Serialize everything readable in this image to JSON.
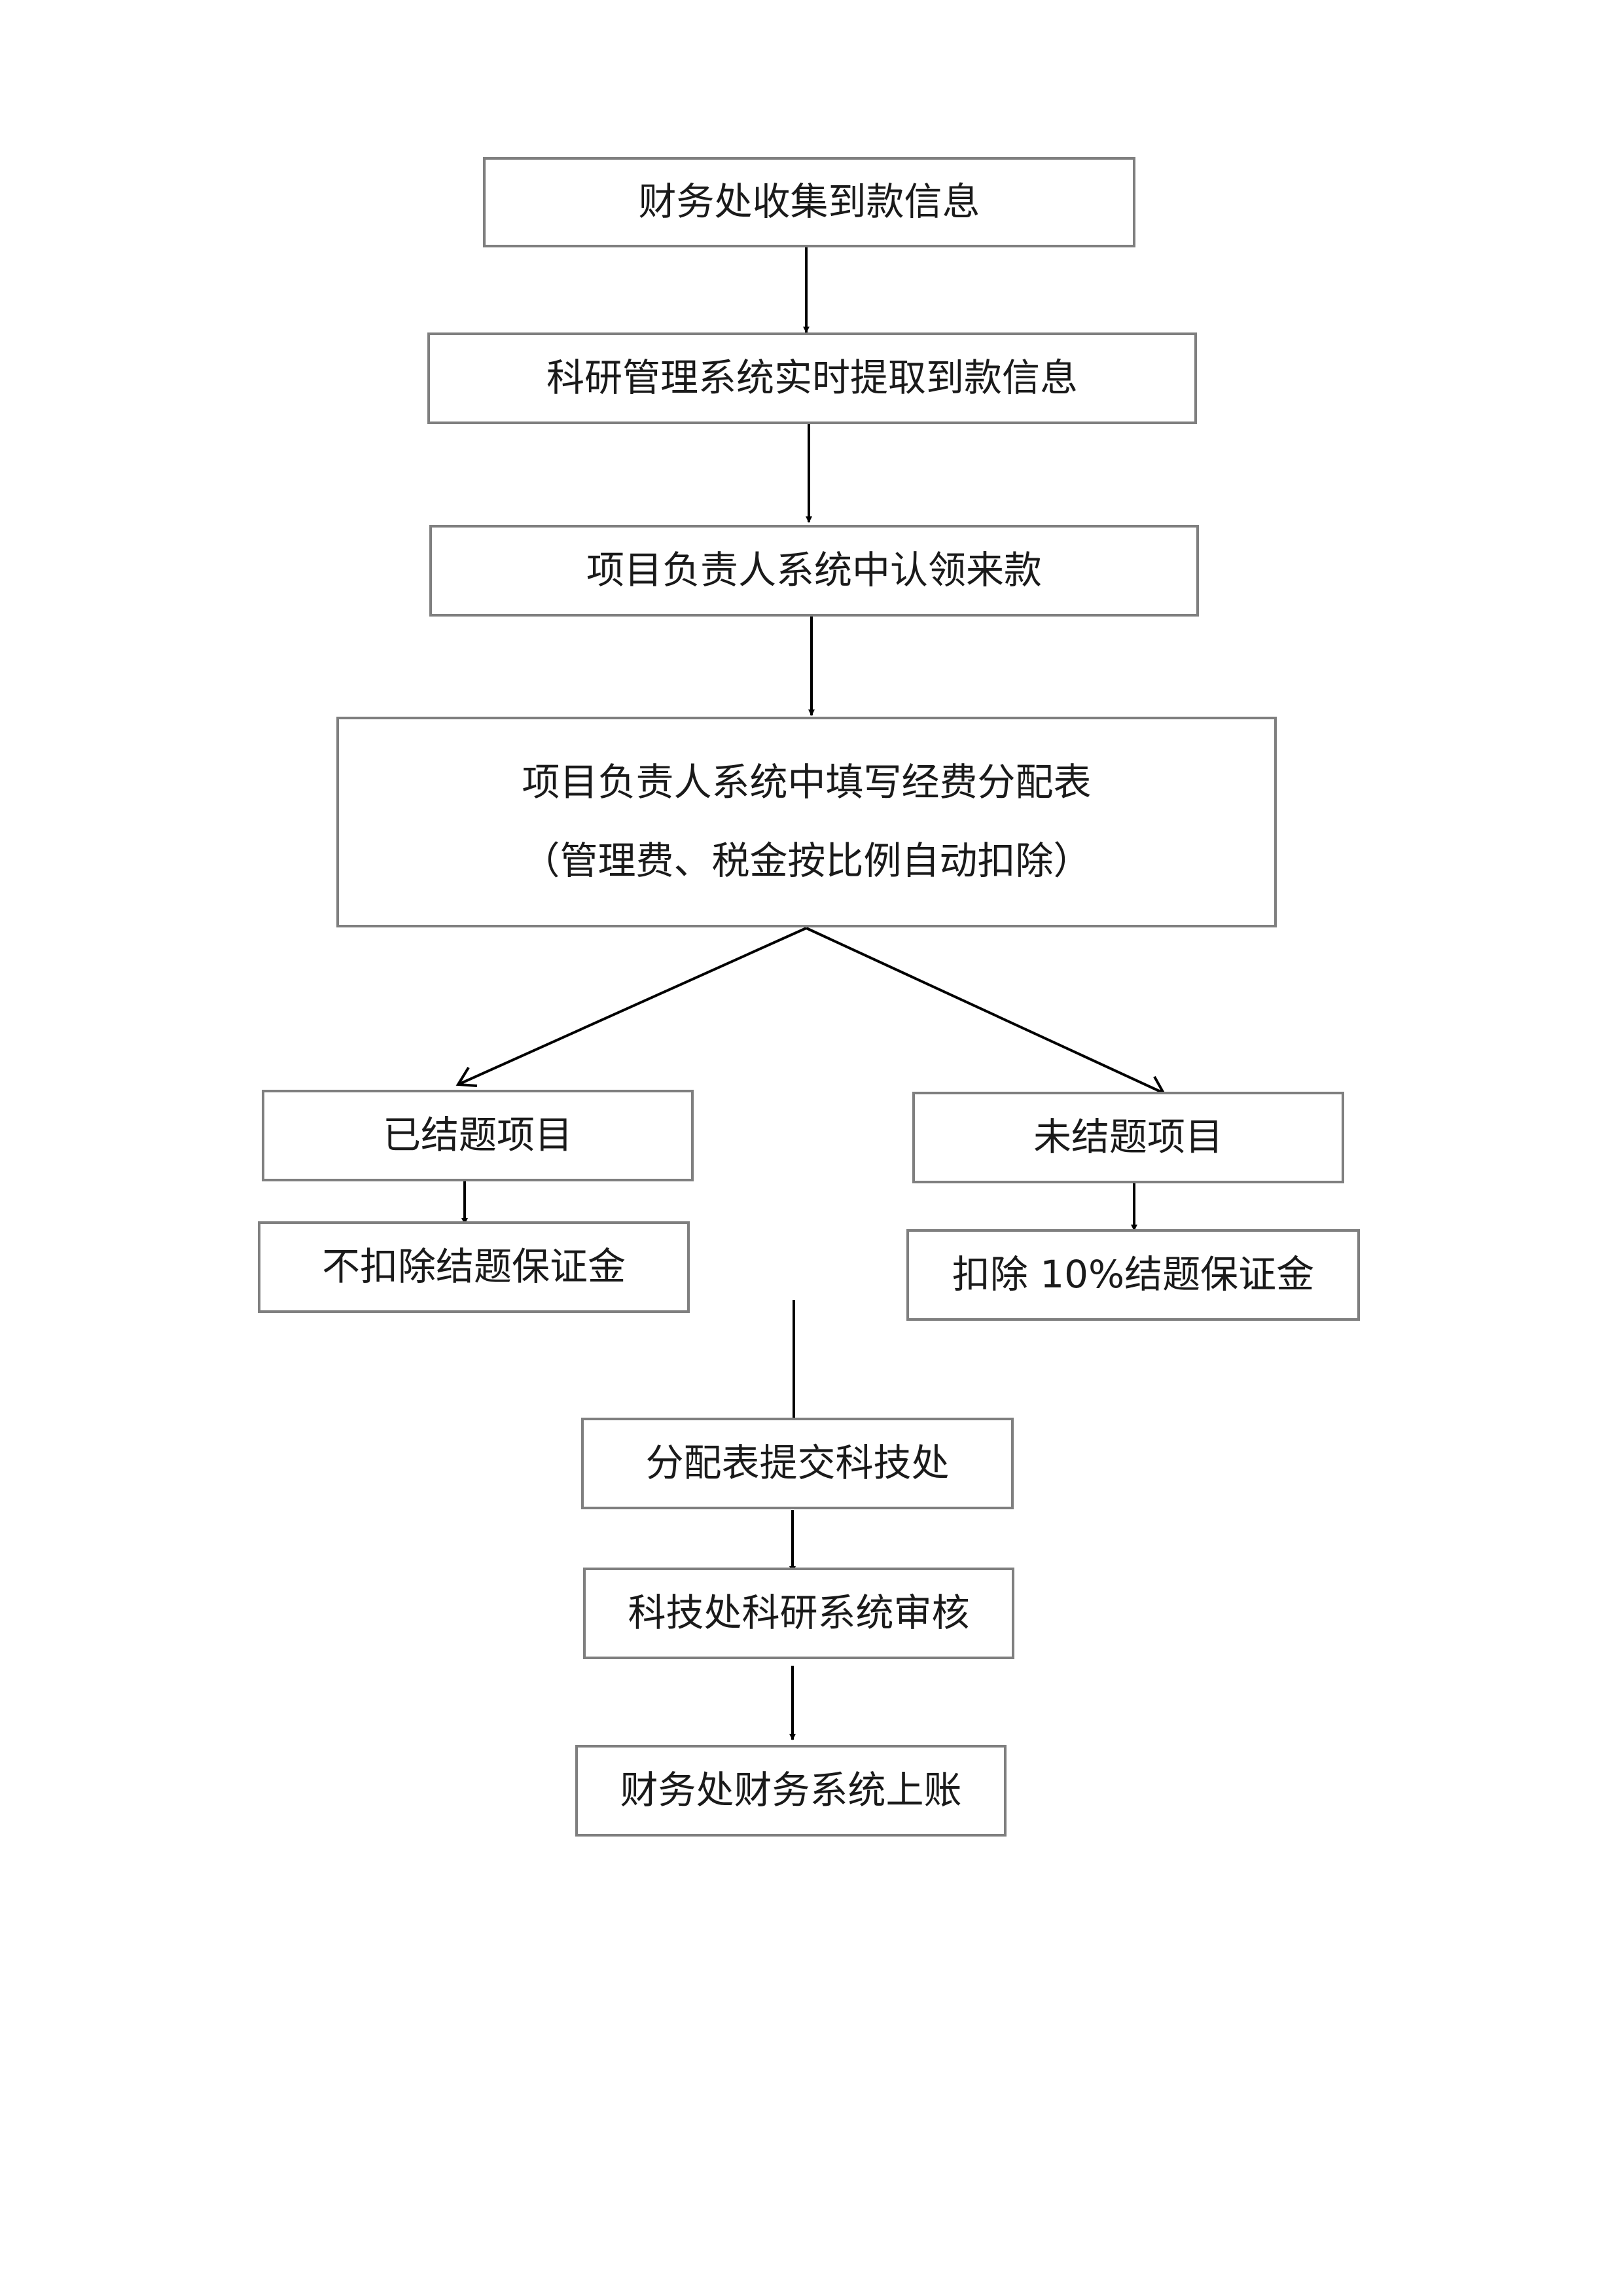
{
  "steps": {
    "collect": "财务处收集到款信息",
    "extract": "科研管理系统实时提取到款信息",
    "claim": "项目负责人系统中认领来款",
    "fill_line1": "项目负责人系统中填写经费分配表",
    "fill_line2": "（管理费、税金按比例自动扣除）",
    "closed": "已结题项目",
    "open": "未结题项目",
    "no_deduct": "不扣除结题保证金",
    "deduct": "扣除 10%结题保证金",
    "submit": "分配表提交科技处",
    "review": "科技处科研系统审核",
    "book": "财务处财务系统上账"
  }
}
